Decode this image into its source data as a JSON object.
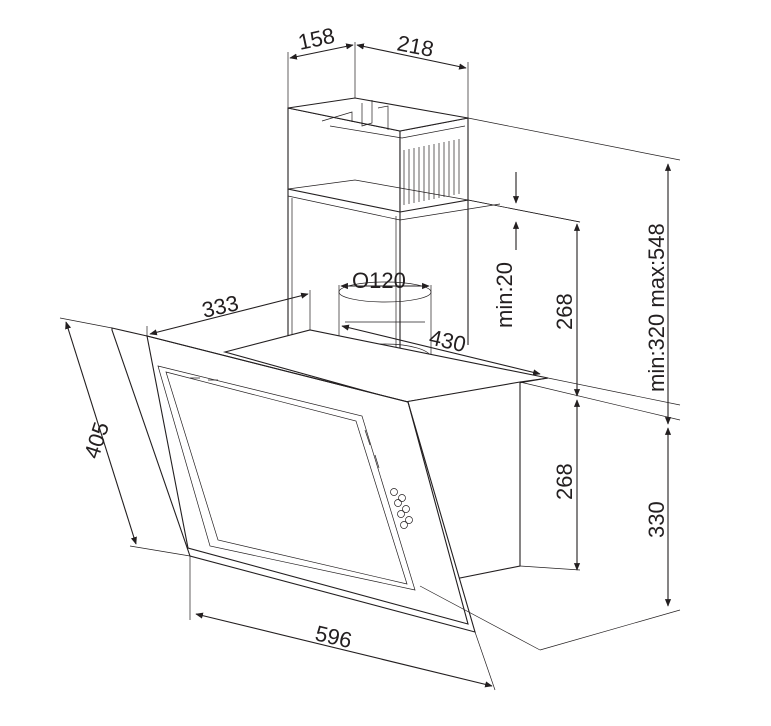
{
  "dimensions": {
    "chimney_depth": "158",
    "chimney_width": "218",
    "chimney_height_range": "min:320 max:548",
    "duct_diameter": "O120",
    "min_gap": "min:20",
    "upper_height": "268",
    "lower_height": "268",
    "side_offset": "333",
    "body_width": "430",
    "glass_height": "405",
    "glass_width": "596",
    "total_height": "330"
  },
  "colors": {
    "line": "#231f20",
    "background": "#ffffff"
  }
}
